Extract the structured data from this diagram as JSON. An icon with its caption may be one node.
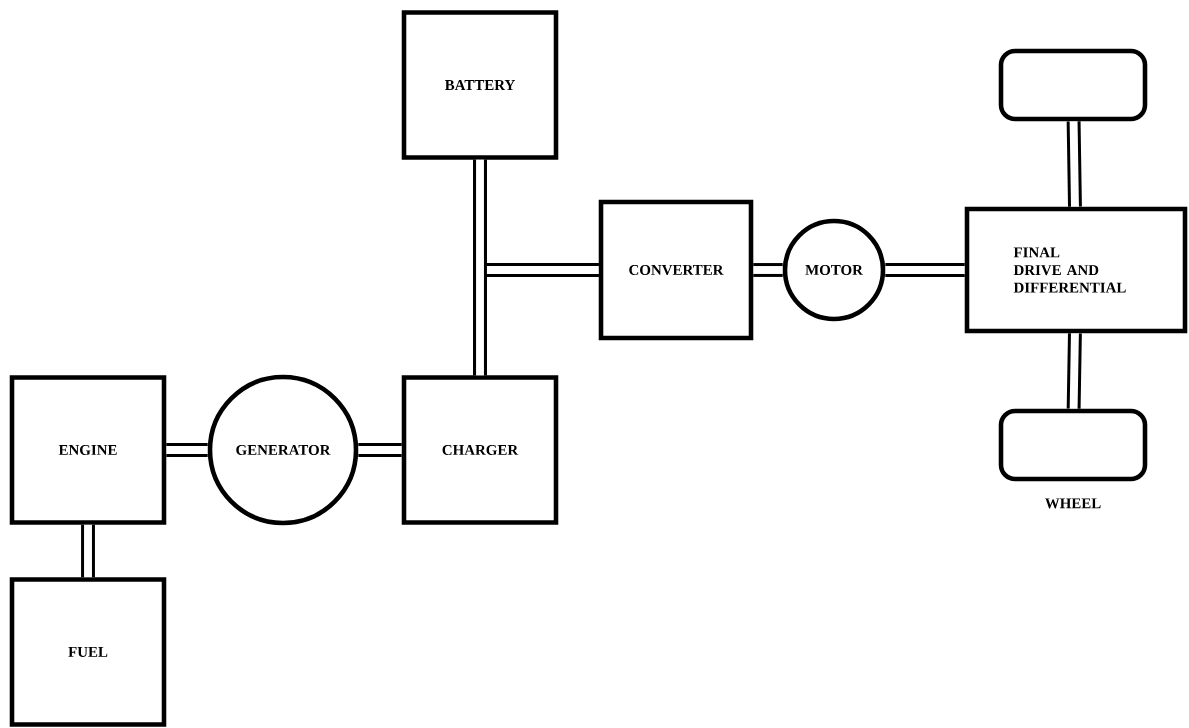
{
  "diagram": {
    "nodes": [
      {
        "text": [
          "BATTERY"
        ]
      },
      {
        "text": [
          "CONVERTER"
        ]
      },
      {
        "text": [
          "MOTOR"
        ]
      },
      {
        "text": [
          "FINAL DRIVE AND DIFFERENTIAL"
        ]
      },
      {
        "text": [],
        "shape": "box"
      },
      {
        "text": [],
        "shape": "box",
        "beside": [
          "WHEEL"
        ]
      },
      {
        "text": [
          "ENGINE"
        ]
      },
      {
        "text": [
          "GENERATOR"
        ]
      },
      {
        "text": [
          "CHARGER"
        ]
      },
      {
        "text": [
          "FUEL"
        ]
      }
    ],
    "edges": [
      {
        "from": 6,
        "to": 9,
        "arrow": "none"
      },
      {
        "from": 6,
        "to": 7,
        "arrow": "none"
      },
      {
        "from": 7,
        "to": 8,
        "arrow": "none"
      },
      {
        "from": 8,
        "to": 1,
        "arrow": "none"
      },
      {
        "from": 0,
        "to": 1,
        "arrow": "none"
      },
      {
        "from": 0,
        "to": 8,
        "arrow": "none"
      },
      {
        "from": 1,
        "to": 2,
        "arrow": "none"
      },
      {
        "from": 2,
        "to": 3,
        "arrow": "none"
      },
      {
        "from": 3,
        "to": 4,
        "arrow": "none"
      },
      {
        "from": 3,
        "to": 5,
        "arrow": "none"
      }
    ]
  }
}
